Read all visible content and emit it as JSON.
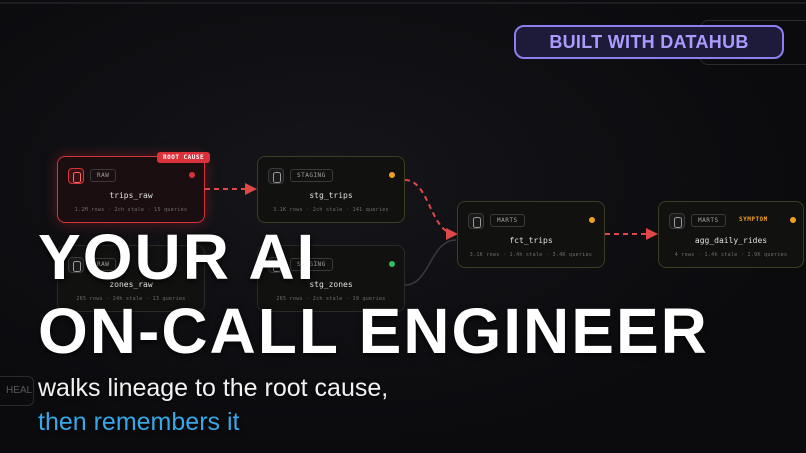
{
  "badge": {
    "label": "BUILT WITH DATAHUB"
  },
  "headline": {
    "line1": "YOUR AI",
    "line2": "ON-CALL ENGINEER"
  },
  "subtitle": {
    "line1": "walks lineage to the root cause,",
    "line2": "then remembers it"
  },
  "health_tab": {
    "label": "HEAL"
  },
  "colors": {
    "root_cause": "#d9323a",
    "warning": "#f0a020",
    "healthy": "#30c060",
    "accent": "#8b7ff0",
    "link_blue": "#36a8e8"
  },
  "nodes": [
    {
      "id": "trips_raw",
      "layer": "RAW",
      "name": "trips_raw",
      "stats": "1.2M rows · 2ch stale · 15 queries",
      "flag": "ROOT CAUSE",
      "status": "error"
    },
    {
      "id": "stg_trips",
      "layer": "STAGING",
      "name": "stg_trips",
      "stats": "3.1K rows · 2ch stale · 141 queries",
      "flag": "",
      "status": "warning"
    },
    {
      "id": "zones_raw",
      "layer": "RAW",
      "name": "zones_raw",
      "stats": "265 rows · 24h stale · 13 queries",
      "flag": "",
      "status": "ok"
    },
    {
      "id": "stg_zones",
      "layer": "STAGING",
      "name": "stg_zones",
      "stats": "265 rows · 2ch stale · 19 queries",
      "flag": "",
      "status": "ok"
    },
    {
      "id": "fct_trips",
      "layer": "MARTS",
      "name": "fct_trips",
      "stats": "3.1K rows · 1.4h stale · 3.4K queries",
      "flag": "",
      "status": "warning"
    },
    {
      "id": "agg_daily_rides",
      "layer": "MARTS",
      "name": "agg_daily_rides",
      "stats": "4 rows · 1.4h stale · 2.9K queries",
      "flag": "SYMPTOM",
      "status": "warning"
    }
  ]
}
